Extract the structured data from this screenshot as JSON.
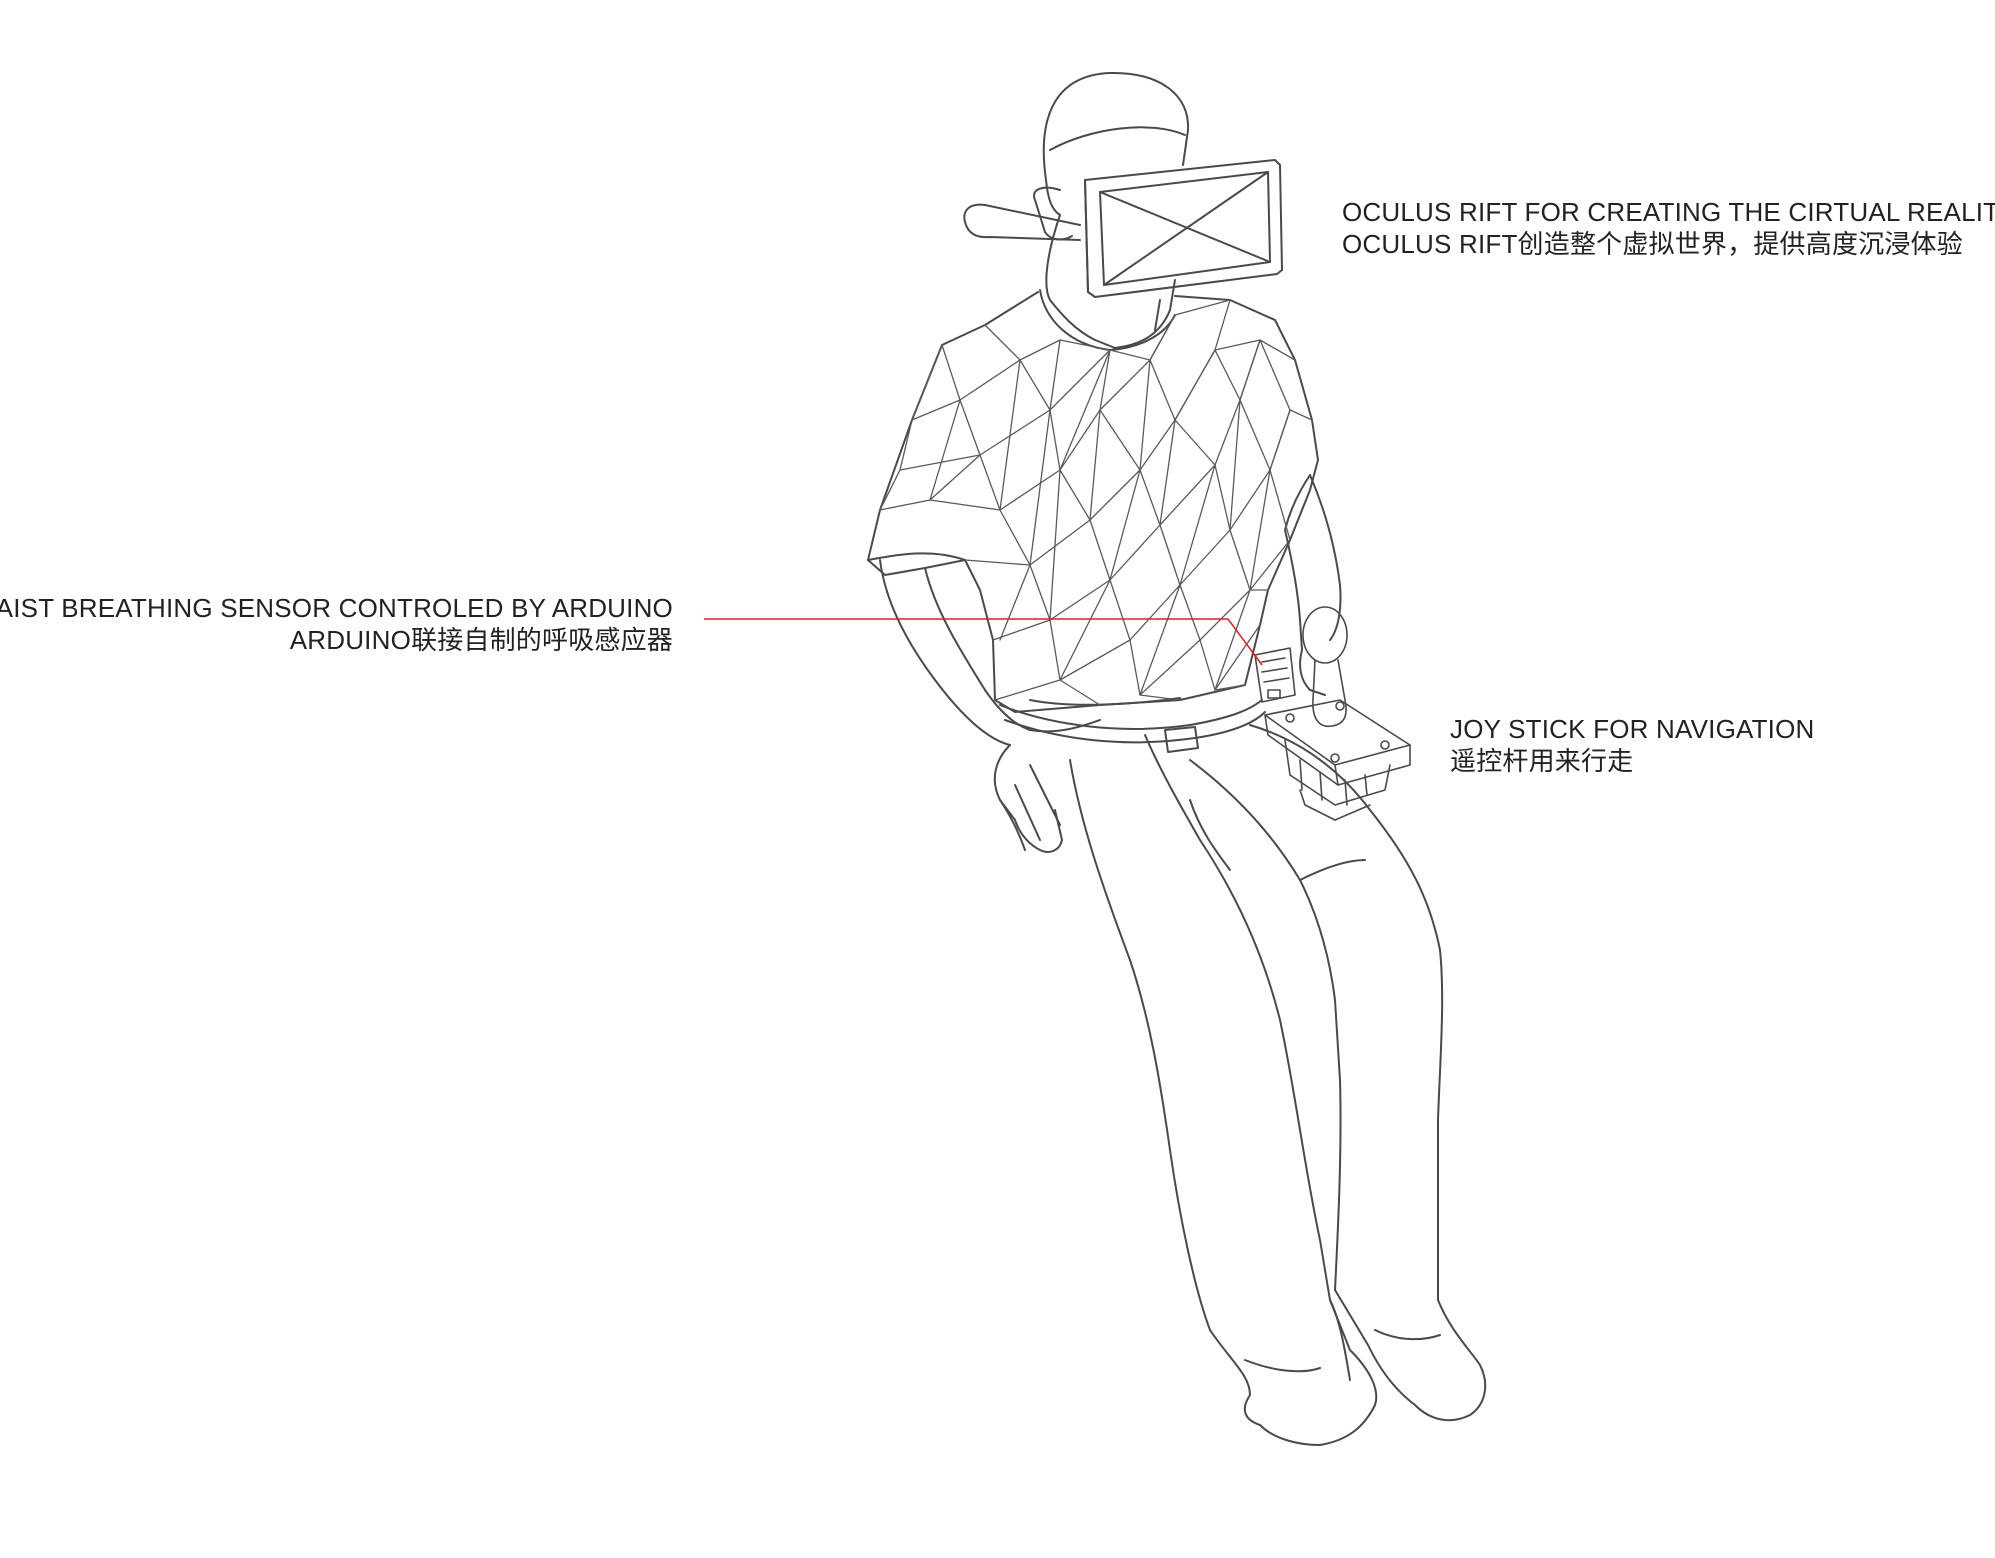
{
  "annotations": {
    "oculus": {
      "line1": "OCULUS RIFT FOR CREATING THE CIRTUAL REALITY",
      "line2": "OCULUS RIFT创造整个虚拟世界，提供高度沉浸体验"
    },
    "waist": {
      "line1": "WAIST BREATHING SENSOR CONTROLED BY ARDUINO",
      "line2": "ARDUINO联接自制的呼吸感应器"
    },
    "joystick": {
      "line1": "JOY STICK FOR NAVIGATION",
      "line2": "遥控杆用来行走"
    }
  },
  "colors": {
    "outline": "#4a4a4a",
    "leader_line": "#e02020",
    "background": "#ffffff"
  }
}
